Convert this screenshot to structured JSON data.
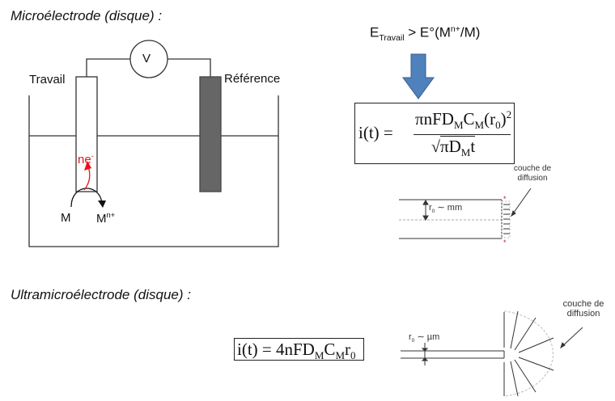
{
  "sections": {
    "micro": {
      "title": "Microélectrode (disque) :",
      "cell": {
        "voltmeter_symbol": "V",
        "working_label": "Travail",
        "reference_label": "Référence",
        "electron_label": "ne",
        "electron_sup": "-",
        "reactant": "M",
        "product": "M",
        "product_sup": "n+"
      },
      "condition": {
        "e": "E",
        "e_sub": "Travail",
        "rest": " > E°(M",
        "ion_sup": "n+",
        "tail": "/M)"
      },
      "equation": {
        "lhs": "i(t) = ",
        "numerator": "πnFD",
        "num_sub1": "M",
        "num_c": "C",
        "num_sub2": "M",
        "num_r": "(r",
        "num_r_sub": "0",
        "num_close": ")",
        "num_sup": "2",
        "denominator": "πD",
        "den_sub": "M",
        "den_t": "t"
      },
      "diffusion": {
        "radius_label": "r",
        "radius_sub": "0",
        "radius_scale": " ∼ mm",
        "layer_label_1": "couche de",
        "layer_label_2": "diffusion"
      }
    },
    "ultramicro": {
      "title": "Ultramicroélectrode (disque) :",
      "equation": {
        "text": "i(t) = 4nFD",
        "sub1": "M",
        "c": "C",
        "sub2": "M",
        "r": "r",
        "r_sub": "0"
      },
      "diffusion": {
        "radius_label": "r",
        "radius_sub": "0",
        "radius_scale": " ∼ µm",
        "layer_label_1": "couche de",
        "layer_label_2": "diffusion"
      }
    }
  },
  "colors": {
    "electron": "#e8121a",
    "arrow_fill": "#4f81bd",
    "arrow_stroke": "#385d8a",
    "reference_electrode": "#666666",
    "marker": "#c0152a"
  }
}
